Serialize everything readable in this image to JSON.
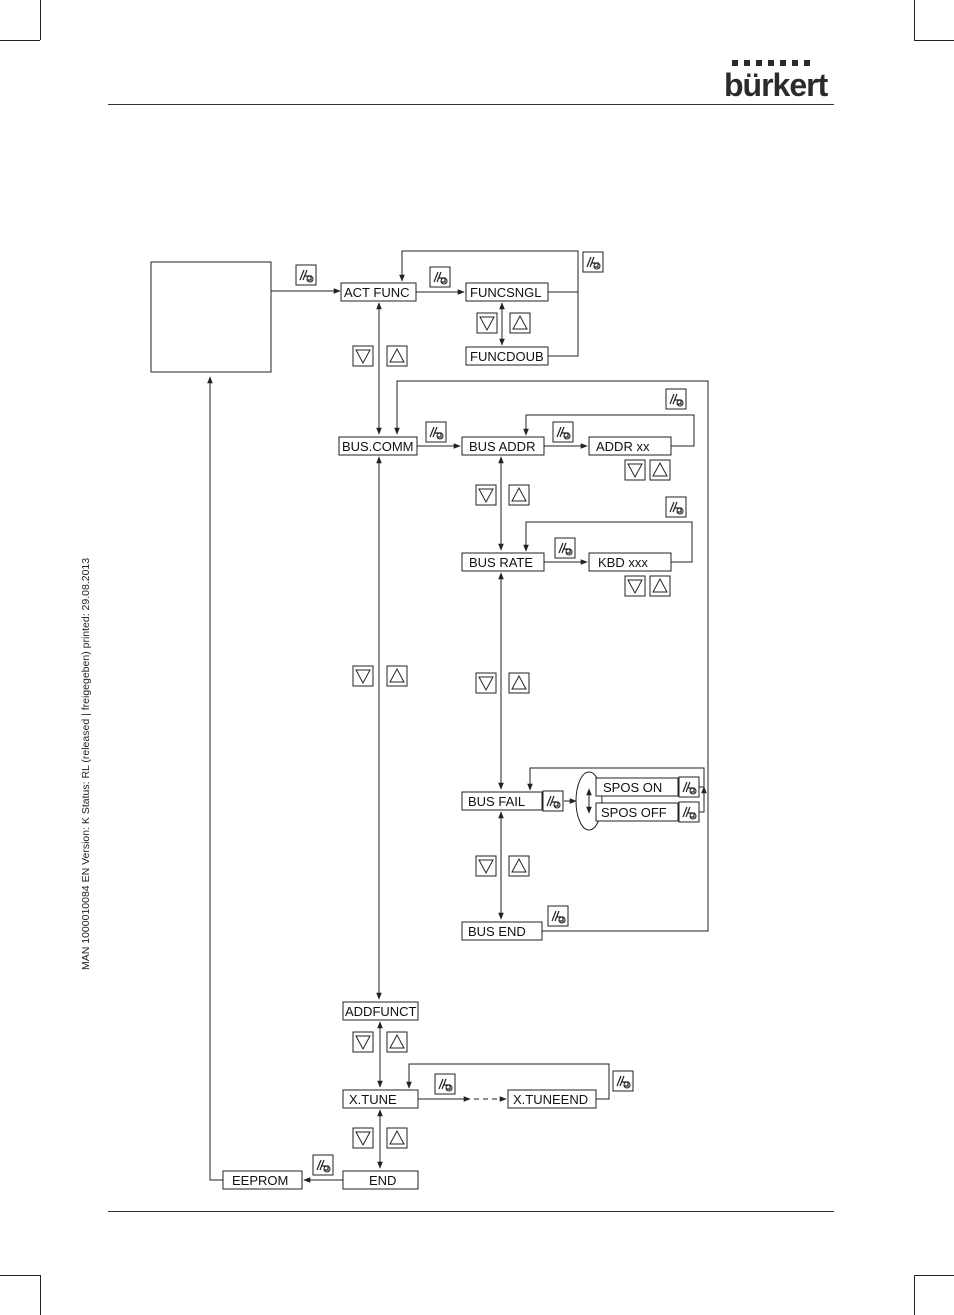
{
  "header": {
    "brand": "bürkert"
  },
  "side_text": "MAN  1000010084  EN  Version: K  Status: RL (released | freigegeben)  printed: 29.08.2013",
  "menu": {
    "act_func": "ACT FUNC",
    "funcsngl": "FUNCSNGL",
    "funcdoub": "FUNCDOUB",
    "bus_comm": "BUS.COMM",
    "bus_addr": "BUS ADDR",
    "addr_xx": "ADDR xx",
    "bus_rate": "BUS RATE",
    "kbd_xxx": "KBD xxx",
    "bus_fail": "BUS FAIL",
    "spos_on": "SPOS ON",
    "spos_off": "SPOS OFF",
    "bus_end": "BUS END",
    "addfunct": "ADDFUNCT",
    "x_tune": "X.TUNE",
    "x_tuneend": "X.TUNEEND",
    "end": "END",
    "eeprom": "EEPROM"
  },
  "icons": {
    "enter_key": "enter-key-icon",
    "arrow_down_key": "arrow-down-key-icon",
    "arrow_up_key": "arrow-up-key-icon"
  }
}
